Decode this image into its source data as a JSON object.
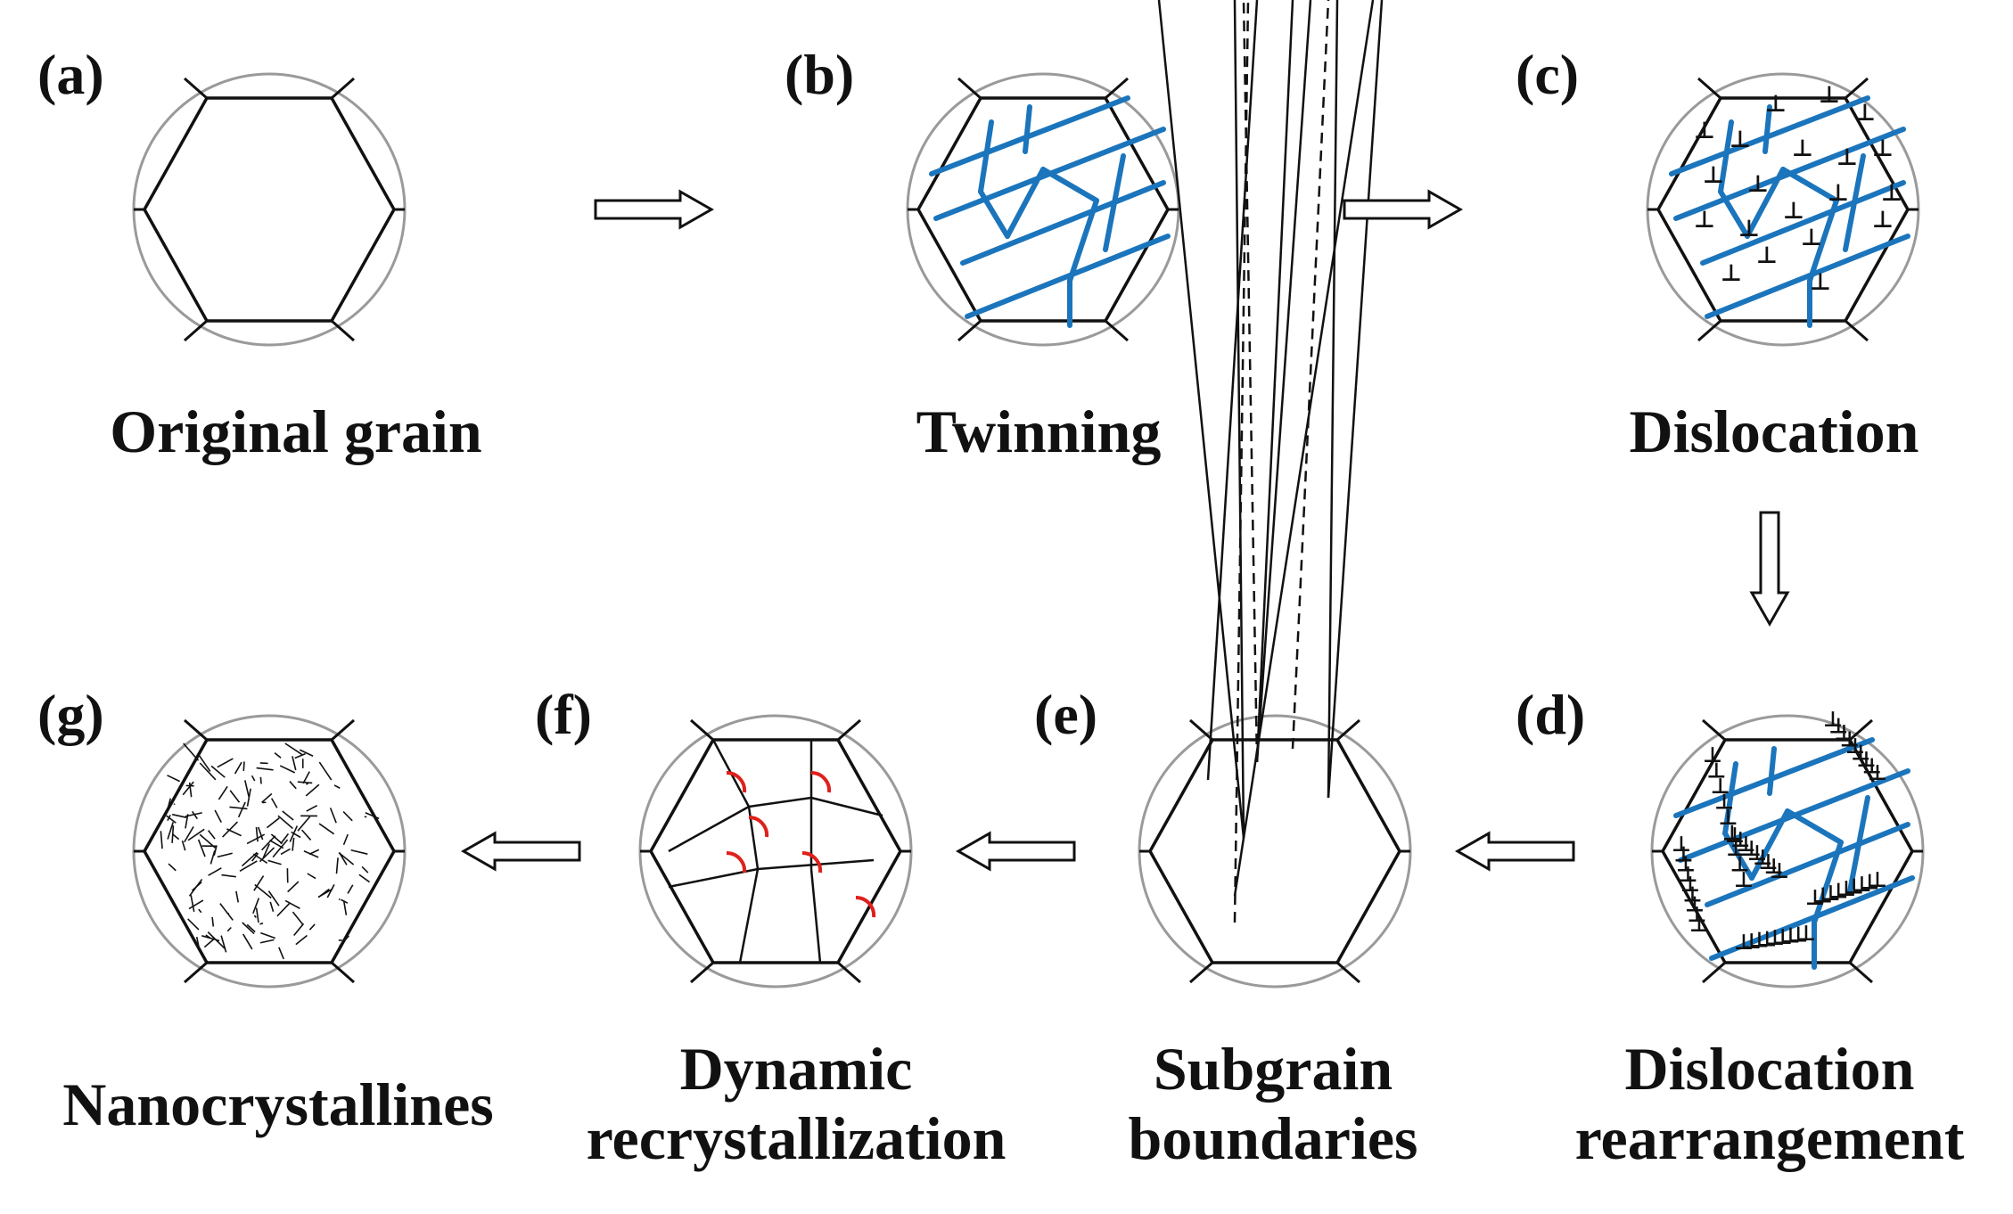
{
  "panels": [
    {
      "id": "a",
      "letter": "(a)",
      "caption": [
        "Original grain"
      ]
    },
    {
      "id": "b",
      "letter": "(b)",
      "caption": [
        "Twinning"
      ]
    },
    {
      "id": "c",
      "letter": "(c)",
      "caption": [
        "Dislocation"
      ]
    },
    {
      "id": "d",
      "letter": "(d)",
      "caption": [
        "Dislocation",
        "rearrangement"
      ]
    },
    {
      "id": "e",
      "letter": "(e)",
      "caption": [
        "Subgrain",
        "boundaries"
      ]
    },
    {
      "id": "f",
      "letter": "(f)",
      "caption": [
        "Dynamic",
        "recrystallization"
      ]
    },
    {
      "id": "g",
      "letter": "(g)",
      "caption": [
        "Nanocrystallines"
      ]
    }
  ],
  "dislocation_symbol": "⊥",
  "colors": {
    "twin": "#1b75bc",
    "circle": "#9a9a9a",
    "grain": "#111111",
    "recryst": "#e0201b",
    "arrow": "#111111"
  }
}
